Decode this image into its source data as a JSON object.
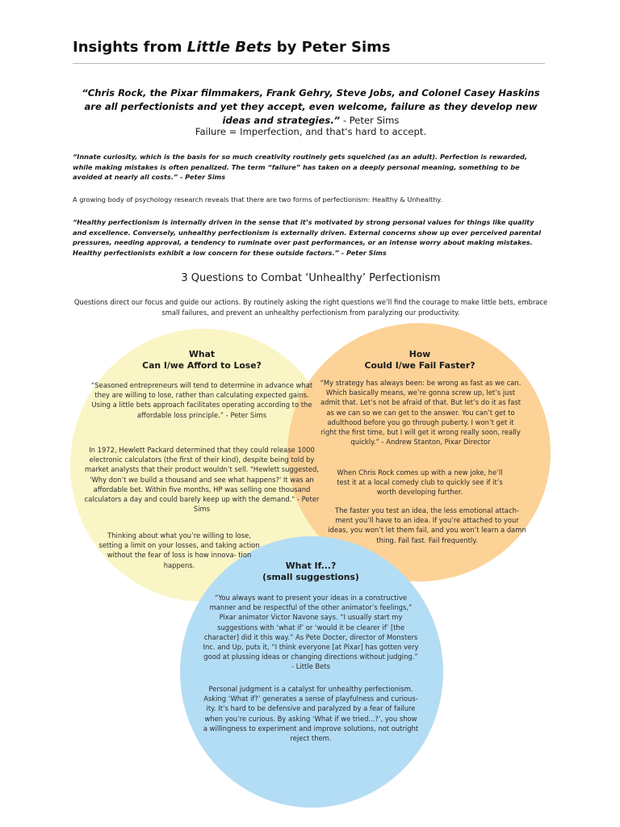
{
  "header": {
    "title_prefix": "Insights from ",
    "title_book": "Little Bets",
    "title_suffix": " by Peter Sims"
  },
  "quote_main": {
    "text": "“Chris Rock, the Pixar filmmakers, Frank Gehry, Steve Jobs, and Colonel Casey Haskins are all perfectionists and yet they accept, even welcome, failure as they develop new ideas and strategies.”",
    "attribution": " - Peter Sims"
  },
  "equation": "Failure = Imperfection, and that's hard to accept.",
  "paragraph_1": {
    "text": "“Innate curiosity, which is the basis for so much creativity routinely gets squelched (as an adult). Perfection is rewarded, while making mistakes is often penalized. The term “failure” has taken on a deeply personal meaning, something to be avoided at nearly all costs.”",
    "attribution": " - Peter Sims"
  },
  "paragraph_2": "A growing body of psychology research reveals that there are two forms of perfectionism: Healthy & Unhealthy.",
  "paragraph_3": {
    "text": "“Healthy perfectionism is internally driven in the sense that it’s motivated by strong personal values for things like quality and excellence. Conversely, unhealthy perfectionism is externally driven. External concerns show up over perceived parental pressures, needing approval, a tendency to ruminate over past performances, or an intense worry about making mistakes. Healthy perfectionists exhibit a low concern for these outside factors.”",
    "attribution": " - Peter Sims"
  },
  "subheading": "3 Questions to Combat ‘Unhealthy’ Perfectionism",
  "intro": "Questions direct our focus and guide our actions. By routinely asking the right questions we’ll find the courage to make little bets, embrace small failures, and prevent an unhealthy perfectionism from paralyzing our productivity.",
  "venn": {
    "colors": {
      "left": "#faf5c4",
      "right": "#fcd297",
      "bottom": "#b3ddf5"
    },
    "left": {
      "heading_1": "What",
      "heading_2": "Can I/we Afford to Lose?",
      "quote": "“Seasoned entrepreneurs will tend to determine in advance what they are willing to lose, rather than calculating expected gains. Using a little bets approach facilitates operating according to the affordable loss principle.” - Peter Sims",
      "story": "In 1972, Hewlett Packard determined that they could release 1000 electronic calculators (the first of their kind), despite being told by market analysts that their product wouldn’t sell. \"Hewlett suggested, 'Why don’t we build a thousand and see what happens?' It was an affordable bet. Within five months, HP was selling one thousand calculators a day and could barely keep up with the demand.\" - Peter Sims",
      "closing": "Thinking about what you’re willing to lose, setting a limit on your losses, and taking action without the fear of loss is how innova- tion happens."
    },
    "right": {
      "heading_1": "How",
      "heading_2": "Could I/we Fail Faster?",
      "quote": "“My strategy has always been: be wrong as fast as we can. Which basically means, we’re gonna screw up, let’s just admit that. Let’s not be afraid of that. But let’s do it as fast as we can so we can get to the answer. You can’t get to adulthood before you go through puberty. I won’t get it right the first time, but I will get it wrong really soon, really quickly.” - Andrew Stanton, Pixar Director",
      "story": "When Chris Rock comes up with a new joke, he’ll test it at a local comedy club to quickly see if it’s worth developing further.",
      "closing": "The faster you test an idea, the less emotional attach- ment you’ll have to an idea. If you’re attached to your ideas, you won’t let them fail, and you won’t learn a damn thing. Fail fast. Fail frequently."
    },
    "bottom": {
      "heading_1": "What If...?",
      "heading_2": "(small suggestions)",
      "quote": "“You always want to present your ideas in a constructive manner and be respectful of the other animator’s feelings,” Pixar animator Victor Navone says. “I usually start my suggestions with ‘what if’ or ‘would it be clearer if’ [the character] did it this way.” As Pete Docter, director of Monsters Inc. and Up, puts it, “I think everyone [at Pixar] has gotten very good at plussing ideas or changing directions without judging.” - Little Bets",
      "closing": "Personal judgment is a catalyst for unhealthy perfectionism. Asking ‘What if?’ generates a sense of playfulness and curious- ity. It’s hard to be defensive and paralyzed by a fear of failure when you’re curious. By asking ‘What if we tried...?’, you show a willingness to experiment and improve solutions, not outright reject them."
    }
  }
}
